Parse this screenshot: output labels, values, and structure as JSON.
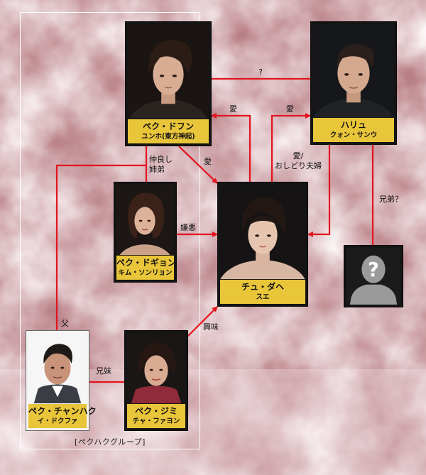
{
  "group": {
    "label": "[ペクハクグループ]"
  },
  "characters": [
    {
      "key": "dohun",
      "role": "ペク・ドフン",
      "actor": "ユンホ(東方神起)"
    },
    {
      "key": "haryu",
      "role": "ハリュ",
      "actor": "クォン・サンウ"
    },
    {
      "key": "dogyon",
      "role": "ペク・ドギョン",
      "actor": "キム・ソンリョン"
    },
    {
      "key": "dahe",
      "role": "チュ・ダヘ",
      "actor": "スエ"
    },
    {
      "key": "chanhaku",
      "role": "ペク・チャンハク",
      "actor": "イ・ドクファ"
    },
    {
      "key": "jimi",
      "role": "ペク・ジミ",
      "actor": "チャ・ファヨン"
    }
  ],
  "unknown": {
    "symbol": "?"
  },
  "relations": [
    {
      "key": "dohun_haryu",
      "text": "?"
    },
    {
      "key": "dahe_dohun",
      "text": "愛"
    },
    {
      "key": "dahe_haryu",
      "text": "愛"
    },
    {
      "key": "dohun_dahe",
      "text": "愛"
    },
    {
      "key": "haryu_dahe",
      "text": "愛/\nおしどり夫婦"
    },
    {
      "key": "dohun_dogyon",
      "text": "仲良し\n姉弟"
    },
    {
      "key": "dogyon_dahe",
      "text": "嫌悪"
    },
    {
      "key": "haryu_unknown",
      "text": "兄弟？"
    },
    {
      "key": "father",
      "text": "父"
    },
    {
      "key": "siblings",
      "text": "兄妹"
    },
    {
      "key": "jimi_dahe",
      "text": "興味"
    }
  ],
  "colors": {
    "line": "#e2141f",
    "plate": "#e9c53a",
    "box": "#ffffff",
    "background": "#c99aa0"
  }
}
